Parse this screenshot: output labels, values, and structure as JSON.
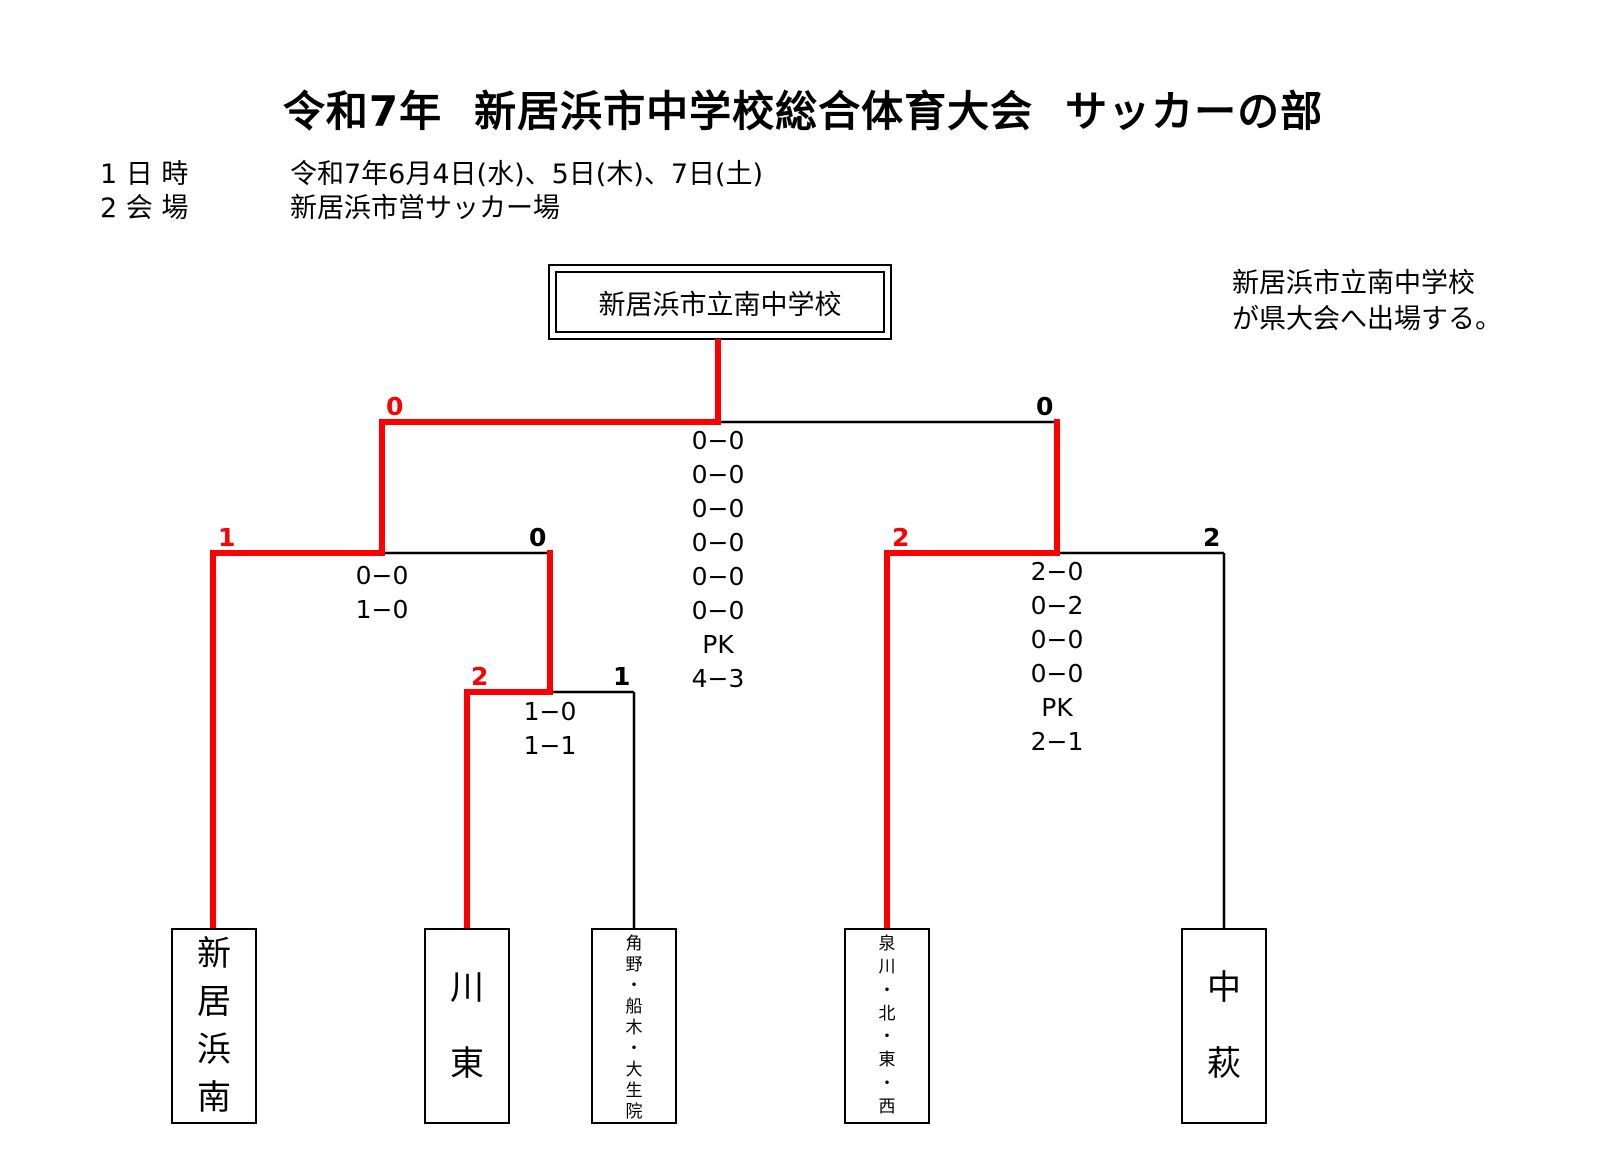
{
  "title": {
    "part1": "令和7年",
    "part2": "新居浜市中学校総合体育大会",
    "part3": "サッカーの部"
  },
  "info": {
    "date_label": "1 日 時",
    "date_value": "令和7年6月4日(水)、5日(木)、7日(土)",
    "venue_label": "2 会 場",
    "venue_value": "新居浜市営サッカー場"
  },
  "winner": "新居浜市立南中学校",
  "note": {
    "line1": "新居浜市立南中学校",
    "line2": "が県大会へ出場する。"
  },
  "scores": {
    "final_left": "0",
    "final_right": "0",
    "sf1_left": "1",
    "sf1_right": "0",
    "sf2_left": "2",
    "sf2_right": "2",
    "qf_left": "2",
    "qf_right": "1"
  },
  "results": {
    "final": [
      "0−0",
      "0−0",
      "0−0",
      "0−0",
      "0−0",
      "0−0",
      "PK",
      "4−3"
    ],
    "sf1": [
      "0−0",
      "1−0"
    ],
    "sf2": [
      "2−0",
      "0−2",
      "0−0",
      "0−0",
      "PK",
      "2−1"
    ],
    "qf": [
      "1−0",
      "1−1"
    ]
  },
  "teams": {
    "t1": [
      "新",
      "居",
      "浜",
      "南"
    ],
    "t2": [
      "川",
      "東"
    ],
    "t3": [
      "角",
      "野",
      "・",
      "船",
      "木",
      "・",
      "大",
      "生",
      "院"
    ],
    "t4": [
      "泉",
      "川",
      "・",
      "北",
      "・",
      "東",
      "・",
      "西"
    ],
    "t5": [
      "中",
      "萩"
    ]
  },
  "colors": {
    "winner_path": "#ff0000",
    "line": "#000000"
  }
}
